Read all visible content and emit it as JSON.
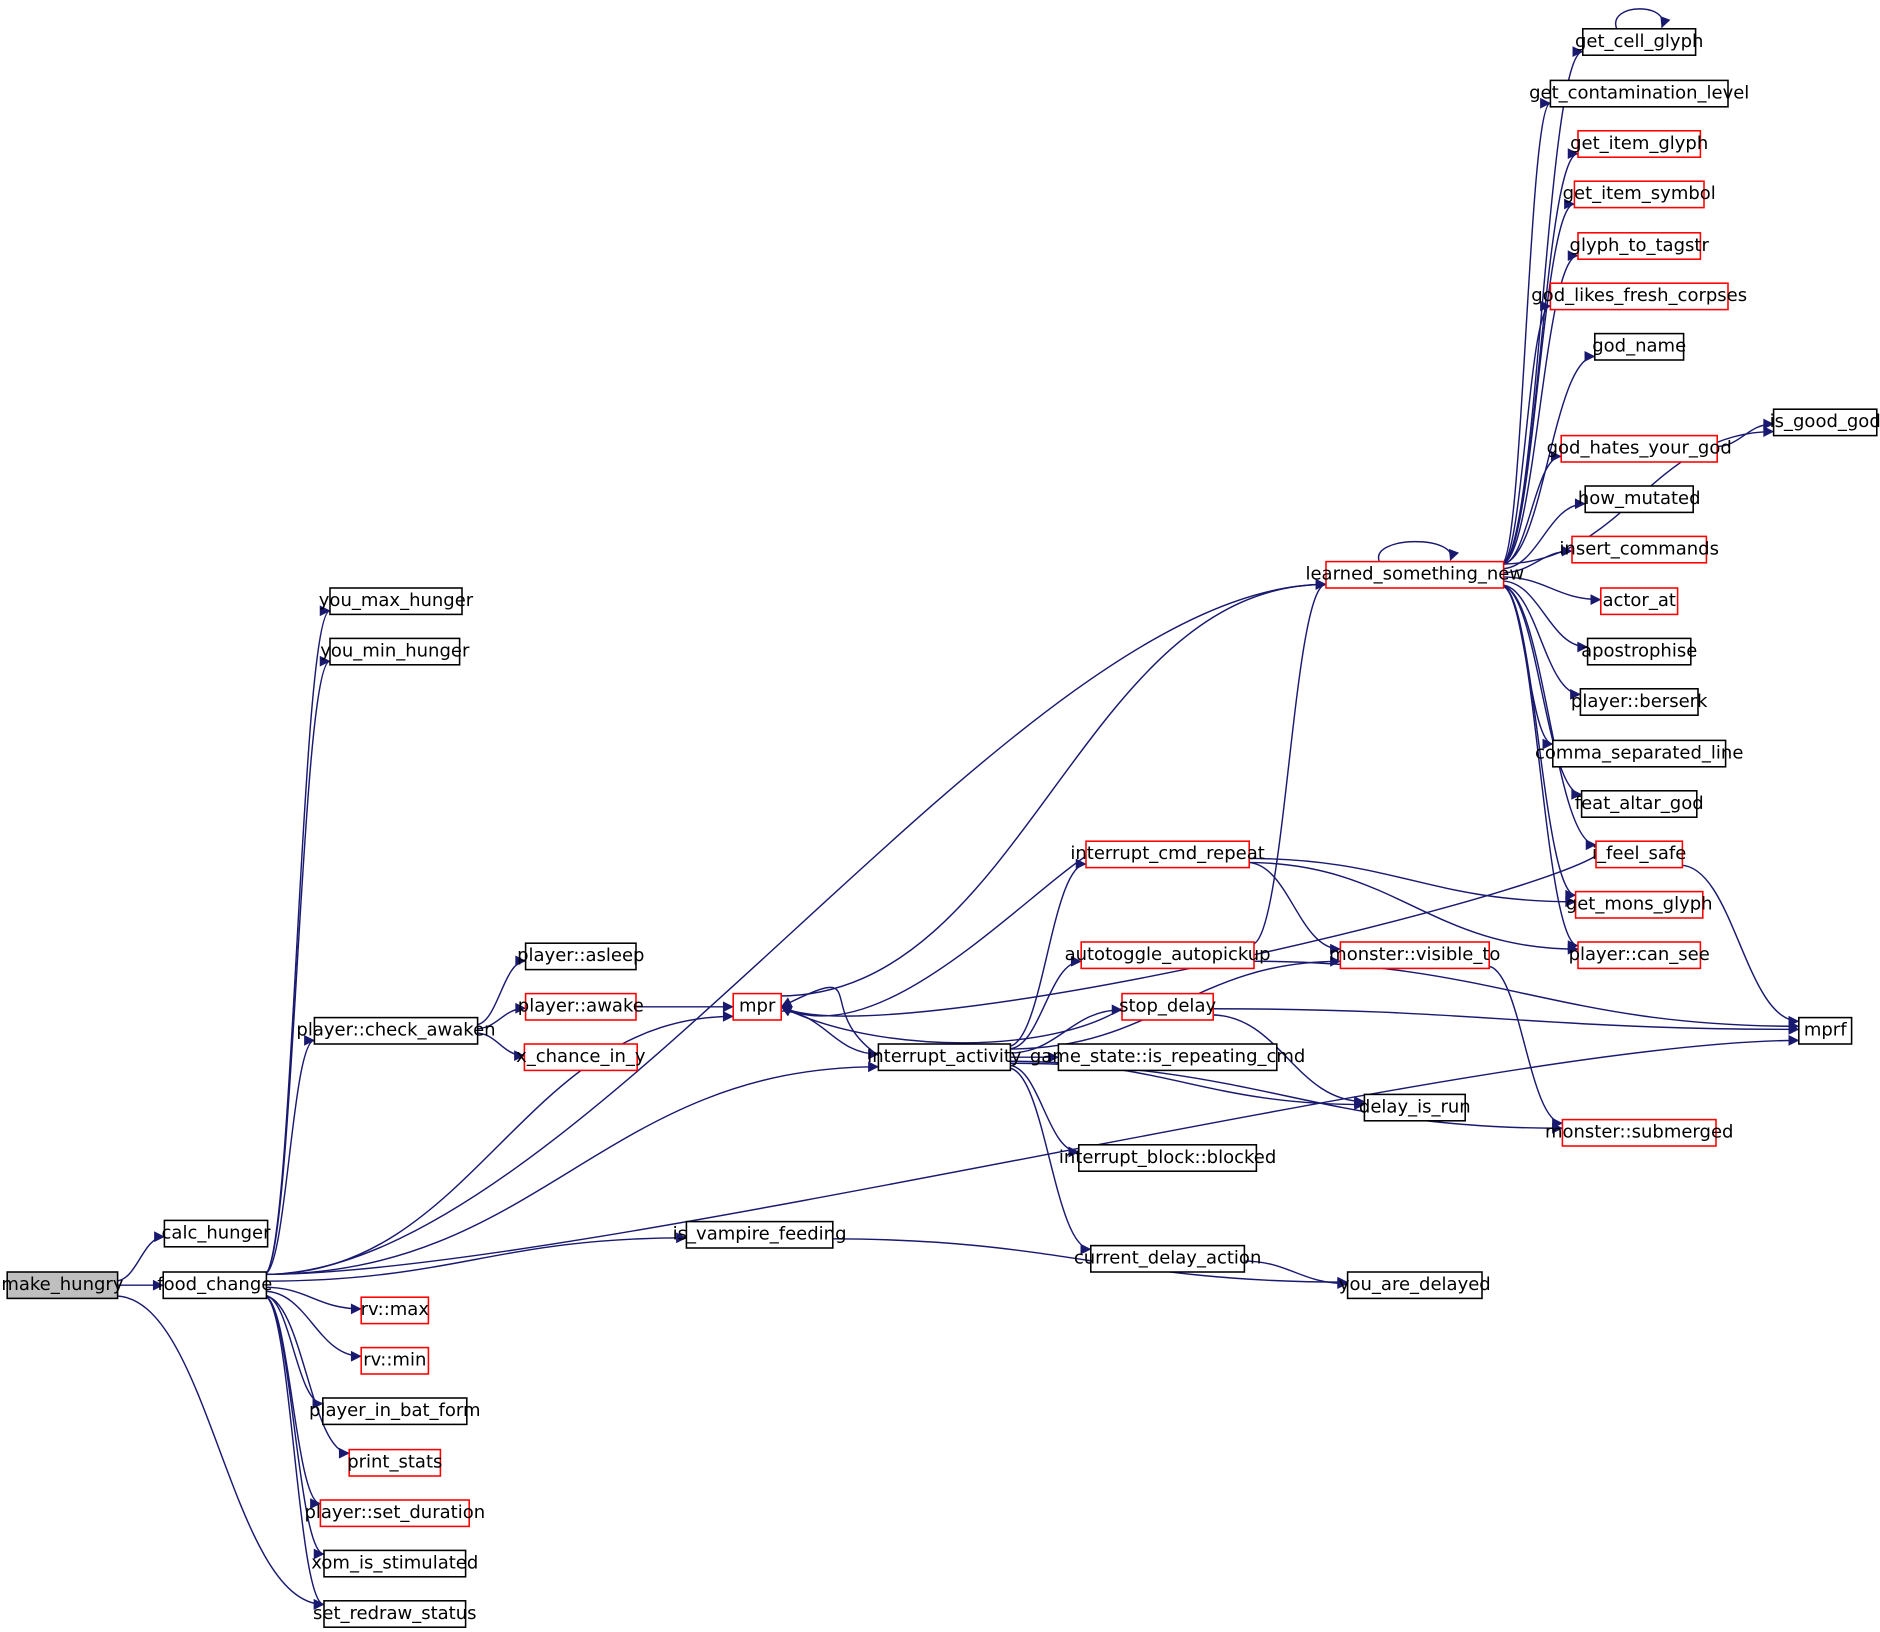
{
  "colors": {
    "edge": "#191970",
    "border_documented": "#000000",
    "border_undocumented": "#ff0000",
    "root_fill": "#bfbfbf",
    "background": "#ffffff"
  },
  "nodes": [
    {
      "id": "make_hungry",
      "label": "make_hungry",
      "style": "root"
    },
    {
      "id": "calc_hunger",
      "label": "calc_hunger",
      "style": "black"
    },
    {
      "id": "food_change",
      "label": "food_change",
      "style": "black"
    },
    {
      "id": "you_max_hunger",
      "label": "you_max_hunger",
      "style": "black"
    },
    {
      "id": "you_min_hunger",
      "label": "you_min_hunger",
      "style": "black"
    },
    {
      "id": "player_check_awaken",
      "label": "player::check_awaken",
      "style": "black"
    },
    {
      "id": "player_asleep",
      "label": "player::asleep",
      "style": "black"
    },
    {
      "id": "player_awake",
      "label": "player::awake",
      "style": "red"
    },
    {
      "id": "x_chance_in_y",
      "label": "x_chance_in_y",
      "style": "red"
    },
    {
      "id": "mpr",
      "label": "mpr",
      "style": "red"
    },
    {
      "id": "interrupt_activity",
      "label": "interrupt_activity",
      "style": "black"
    },
    {
      "id": "is_vampire_feeding",
      "label": "is_vampire_feeding",
      "style": "black"
    },
    {
      "id": "rv_max",
      "label": "rv::max",
      "style": "red"
    },
    {
      "id": "rv_min",
      "label": "rv::min",
      "style": "red"
    },
    {
      "id": "player_in_bat_form",
      "label": "player_in_bat_form",
      "style": "black"
    },
    {
      "id": "print_stats",
      "label": "print_stats",
      "style": "red"
    },
    {
      "id": "player_set_duration",
      "label": "player::set_duration",
      "style": "red"
    },
    {
      "id": "xom_is_stimulated",
      "label": "xom_is_stimulated",
      "style": "black"
    },
    {
      "id": "set_redraw_status",
      "label": "set_redraw_status",
      "style": "black"
    },
    {
      "id": "interrupt_cmd_repeat",
      "label": "interrupt_cmd_repeat",
      "style": "red"
    },
    {
      "id": "autotoggle_autopickup",
      "label": "autotoggle_autopickup",
      "style": "red"
    },
    {
      "id": "stop_delay",
      "label": "stop_delay",
      "style": "red"
    },
    {
      "id": "game_state_is_repeating_cmd",
      "label": "game_state::is_repeating_cmd",
      "style": "black"
    },
    {
      "id": "interrupt_block_blocked",
      "label": "interrupt_block::blocked",
      "style": "black"
    },
    {
      "id": "current_delay_action",
      "label": "current_delay_action",
      "style": "black"
    },
    {
      "id": "learned_something_new",
      "label": "learned_something_new",
      "style": "red"
    },
    {
      "id": "monster_visible_to",
      "label": "monster::visible_to",
      "style": "red"
    },
    {
      "id": "delay_is_run",
      "label": "delay_is_run",
      "style": "black"
    },
    {
      "id": "you_are_delayed",
      "label": "you_are_delayed",
      "style": "black"
    },
    {
      "id": "get_cell_glyph",
      "label": "get_cell_glyph",
      "style": "black"
    },
    {
      "id": "get_contamination_level",
      "label": "get_contamination_level",
      "style": "black"
    },
    {
      "id": "get_item_glyph",
      "label": "get_item_glyph",
      "style": "red"
    },
    {
      "id": "get_item_symbol",
      "label": "get_item_symbol",
      "style": "red"
    },
    {
      "id": "glyph_to_tagstr",
      "label": "glyph_to_tagstr",
      "style": "red"
    },
    {
      "id": "god_likes_fresh_corpses",
      "label": "god_likes_fresh_corpses",
      "style": "red"
    },
    {
      "id": "god_name",
      "label": "god_name",
      "style": "black"
    },
    {
      "id": "god_hates_your_god",
      "label": "god_hates_your_god",
      "style": "red"
    },
    {
      "id": "is_good_god",
      "label": "is_good_god",
      "style": "black"
    },
    {
      "id": "how_mutated",
      "label": "how_mutated",
      "style": "black"
    },
    {
      "id": "insert_commands",
      "label": "insert_commands",
      "style": "red"
    },
    {
      "id": "actor_at",
      "label": "actor_at",
      "style": "red"
    },
    {
      "id": "apostrophise",
      "label": "apostrophise",
      "style": "black"
    },
    {
      "id": "player_berserk",
      "label": "player::berserk",
      "style": "black"
    },
    {
      "id": "comma_separated_line",
      "label": "comma_separated_line",
      "style": "black"
    },
    {
      "id": "feat_altar_god",
      "label": "feat_altar_god",
      "style": "black"
    },
    {
      "id": "i_feel_safe",
      "label": "i_feel_safe",
      "style": "red"
    },
    {
      "id": "get_mons_glyph",
      "label": "get_mons_glyph",
      "style": "red"
    },
    {
      "id": "player_can_see",
      "label": "player::can_see",
      "style": "red"
    },
    {
      "id": "mprf",
      "label": "mprf",
      "style": "black"
    },
    {
      "id": "monster_submerged",
      "label": "monster::submerged",
      "style": "red"
    }
  ],
  "edges": [
    [
      "make_hungry",
      "calc_hunger"
    ],
    [
      "make_hungry",
      "food_change"
    ],
    [
      "make_hungry",
      "set_redraw_status"
    ],
    [
      "food_change",
      "you_max_hunger"
    ],
    [
      "food_change",
      "you_min_hunger"
    ],
    [
      "food_change",
      "learned_something_new"
    ],
    [
      "food_change",
      "player_check_awaken"
    ],
    [
      "food_change",
      "mpr"
    ],
    [
      "food_change",
      "interrupt_activity"
    ],
    [
      "food_change",
      "is_vampire_feeding"
    ],
    [
      "food_change",
      "mprf"
    ],
    [
      "food_change",
      "rv_max"
    ],
    [
      "food_change",
      "rv_min"
    ],
    [
      "food_change",
      "player_in_bat_form"
    ],
    [
      "food_change",
      "print_stats"
    ],
    [
      "food_change",
      "player_set_duration"
    ],
    [
      "food_change",
      "xom_is_stimulated"
    ],
    [
      "food_change",
      "set_redraw_status"
    ],
    [
      "player_check_awaken",
      "player_asleep"
    ],
    [
      "player_check_awaken",
      "player_awake"
    ],
    [
      "player_check_awaken",
      "x_chance_in_y"
    ],
    [
      "player_awake",
      "mpr"
    ],
    [
      "mpr",
      "interrupt_activity"
    ],
    [
      "mpr",
      "learned_something_new"
    ],
    [
      "interrupt_activity",
      "mpr"
    ],
    [
      "interrupt_activity",
      "interrupt_cmd_repeat"
    ],
    [
      "interrupt_activity",
      "autotoggle_autopickup"
    ],
    [
      "interrupt_activity",
      "stop_delay"
    ],
    [
      "interrupt_activity",
      "game_state_is_repeating_cmd"
    ],
    [
      "interrupt_activity",
      "interrupt_block_blocked"
    ],
    [
      "interrupt_activity",
      "current_delay_action"
    ],
    [
      "interrupt_activity",
      "delay_is_run"
    ],
    [
      "interrupt_activity",
      "monster_visible_to"
    ],
    [
      "interrupt_activity",
      "monster_submerged"
    ],
    [
      "interrupt_cmd_repeat",
      "mpr"
    ],
    [
      "interrupt_cmd_repeat",
      "monster_visible_to"
    ],
    [
      "interrupt_cmd_repeat",
      "get_mons_glyph"
    ],
    [
      "interrupt_cmd_repeat",
      "player_can_see"
    ],
    [
      "autotoggle_autopickup",
      "learned_something_new"
    ],
    [
      "autotoggle_autopickup",
      "mprf"
    ],
    [
      "stop_delay",
      "mpr"
    ],
    [
      "stop_delay",
      "mprf"
    ],
    [
      "stop_delay",
      "delay_is_run"
    ],
    [
      "current_delay_action",
      "you_are_delayed"
    ],
    [
      "is_vampire_feeding",
      "you_are_delayed"
    ],
    [
      "monster_visible_to",
      "monster_submerged"
    ],
    [
      "learned_something_new",
      "learned_something_new"
    ],
    [
      "learned_something_new",
      "get_cell_glyph"
    ],
    [
      "learned_something_new",
      "get_contamination_level"
    ],
    [
      "learned_something_new",
      "get_item_glyph"
    ],
    [
      "learned_something_new",
      "get_item_symbol"
    ],
    [
      "learned_something_new",
      "glyph_to_tagstr"
    ],
    [
      "learned_something_new",
      "god_likes_fresh_corpses"
    ],
    [
      "learned_something_new",
      "god_name"
    ],
    [
      "learned_something_new",
      "is_good_god"
    ],
    [
      "learned_something_new",
      "god_hates_your_god"
    ],
    [
      "learned_something_new",
      "how_mutated"
    ],
    [
      "learned_something_new",
      "insert_commands"
    ],
    [
      "learned_something_new",
      "actor_at"
    ],
    [
      "learned_something_new",
      "apostrophise"
    ],
    [
      "learned_something_new",
      "player_berserk"
    ],
    [
      "learned_something_new",
      "comma_separated_line"
    ],
    [
      "learned_something_new",
      "feat_altar_god"
    ],
    [
      "learned_something_new",
      "i_feel_safe"
    ],
    [
      "learned_something_new",
      "get_mons_glyph"
    ],
    [
      "learned_something_new",
      "player_can_see"
    ],
    [
      "get_cell_glyph",
      "get_cell_glyph"
    ],
    [
      "god_hates_your_god",
      "is_good_god"
    ],
    [
      "i_feel_safe",
      "mpr"
    ],
    [
      "i_feel_safe",
      "mprf"
    ]
  ]
}
